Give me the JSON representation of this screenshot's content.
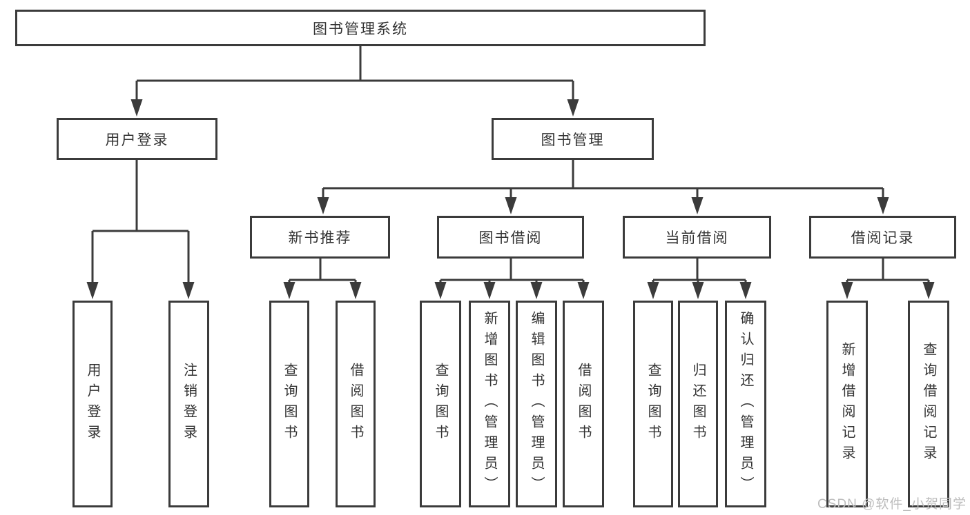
{
  "tree": {
    "label": "图书管理系统",
    "children": [
      {
        "label": "用户登录",
        "children": [
          {
            "label": "用户登录"
          },
          {
            "label": "注销登录"
          }
        ]
      },
      {
        "label": "图书管理",
        "children": [
          {
            "label": "新书推荐",
            "children": [
              {
                "label": "查询图书"
              },
              {
                "label": "借阅图书"
              }
            ]
          },
          {
            "label": "图书借阅",
            "children": [
              {
                "label": "查询图书"
              },
              {
                "label": "新增图书（管理员）"
              },
              {
                "label": "编辑图书（管理员）"
              },
              {
                "label": "借阅图书"
              }
            ]
          },
          {
            "label": "当前借阅",
            "children": [
              {
                "label": "查询图书"
              },
              {
                "label": "归还图书"
              },
              {
                "label": "确认归还（管理员）"
              }
            ]
          },
          {
            "label": "借阅记录",
            "children": [
              {
                "label": "新增借阅记录"
              },
              {
                "label": "查询借阅记录"
              }
            ]
          }
        ]
      }
    ]
  },
  "watermark": "CSDN @软件_小贺同学",
  "colors": {
    "line": "#3b3b3b",
    "text": "#333333",
    "background": "#ffffff",
    "watermark": "#bdbdbd"
  }
}
